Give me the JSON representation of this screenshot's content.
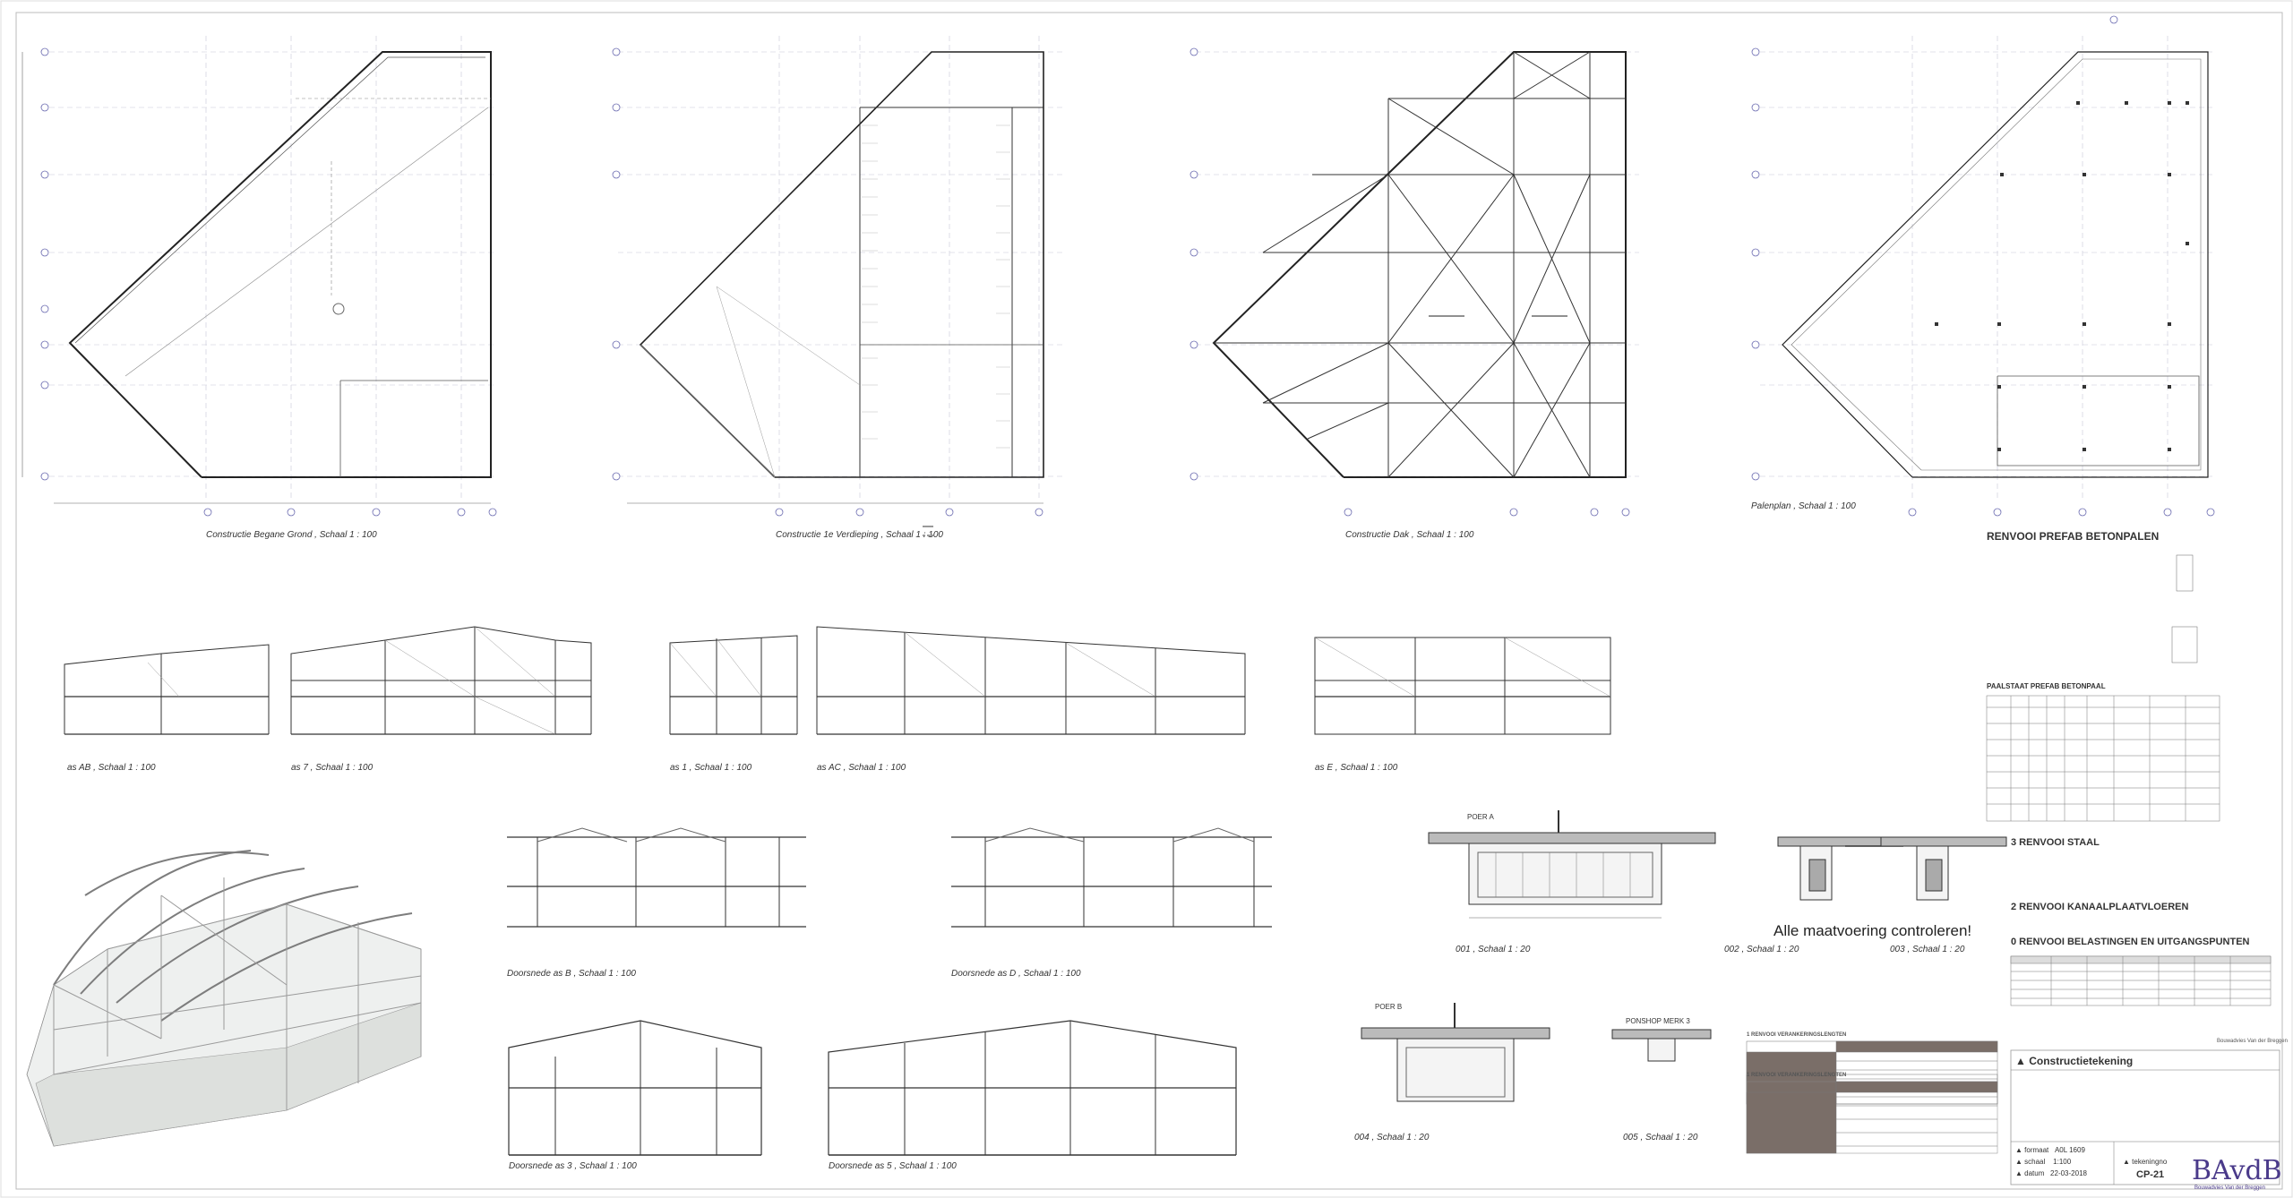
{
  "captions": {
    "begane_grond": "Constructie Begane Grond , Schaal 1 : 100",
    "verdieping": "Constructie 1e Verdieping , Schaal 1 : 100",
    "dak": "Constructie Dak , Schaal 1 : 100",
    "palen": "Palenplan , Schaal 1 : 100",
    "as_ab": "as AB , Schaal 1 : 100",
    "as_7": "as 7 , Schaal 1 : 100",
    "as_1": "as 1 , Schaal 1 : 100",
    "as_ac": "as AC , Schaal 1 : 100",
    "as_e": "as E , Schaal 1 : 100",
    "doorsnede_b": "Doorsnede as B , Schaal 1 : 100",
    "doorsnede_d": "Doorsnede as D , Schaal 1 : 100",
    "doorsnede_3": "Doorsnede as 3 , Schaal 1 : 100",
    "doorsnede_5": "Doorsnede as 5 , Schaal 1 : 100",
    "d001": "001 , Schaal 1 : 20",
    "d002": "002 , Schaal 1 : 20",
    "d003": "003 , Schaal 1 : 20",
    "d004": "004 , Schaal 1 : 20",
    "d005": "005 , Schaal 1 : 20"
  },
  "labels": {
    "poer_a": "POER A",
    "poer_b": "POER B",
    "ponshop": "PONSHOP MERK 3",
    "alle_maatvoering": "Alle maatvoering controleren!",
    "renvooi_betonpalen": "RENVOOI PREFAB BETONPALEN",
    "paalstaat": "PAALSTAAT PREFAB BETONPAAL",
    "renvooi_staal": "3 RENVOOI STAAL",
    "renvooi_kanaal": "2 RENVOOI KANAALPLAATVLOEREN",
    "renvooi_belast": "0 RENVOOI BELASTINGEN EN UITGANGSPUNTEN",
    "renvooi_veranker_1": "1 RENVOOI VERANKERINGSLENGTEN",
    "renvooi_veranker_2": "1 RENVOOI VERANKERINGSLENGTEN"
  },
  "title_block": {
    "title": "Constructietekening",
    "company": "Bouwadvies Van der Breggen",
    "rows": [
      {
        "label": "formaat",
        "value": "A0L 1609"
      },
      {
        "label": "schaal",
        "value": "1:100"
      },
      {
        "label": "datum",
        "value": "22-03-2018"
      }
    ],
    "tek_label": "tekeningno",
    "tek_no": "CP-21",
    "logo": "BAvdB",
    "logo_sub": "Bouwadvies Van der Breggen"
  }
}
